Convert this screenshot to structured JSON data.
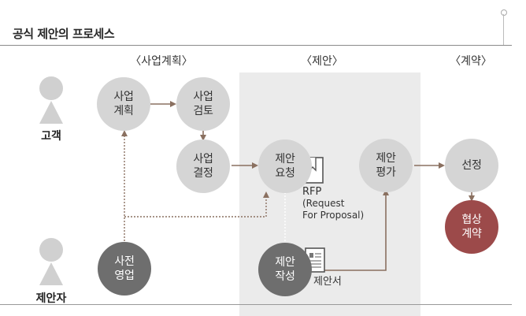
{
  "page": {
    "title": "공식 제안의 프로세스"
  },
  "phases": {
    "business_plan": "〈사업계획〉",
    "proposal": "〈제안〉",
    "contract": "〈계약〉"
  },
  "actors": {
    "customer": "고객",
    "proposer": "제안자"
  },
  "nodes": {
    "business_planning": "사업\n계획",
    "business_review": "사업\n검토",
    "business_decision": "사업\n결정",
    "proposal_request": "제안\n요청",
    "proposal_evaluation": "제안\n평가",
    "selection": "선정",
    "negotiation_contract": "협상\n계약",
    "pre_sales": "사전\n영업",
    "proposal_writing": "제안\n작성"
  },
  "documents": {
    "rfp": "RFP",
    "rfp_full": "(Request\nFor Proposal)",
    "proposal_doc": "제안서"
  },
  "colors": {
    "light_node": "#d5d5d5",
    "dark_node": "#6e6e6e",
    "contract_node": "#9c4a4a",
    "proposal_band": "#ebebeb",
    "arrow": "#8a7060"
  }
}
